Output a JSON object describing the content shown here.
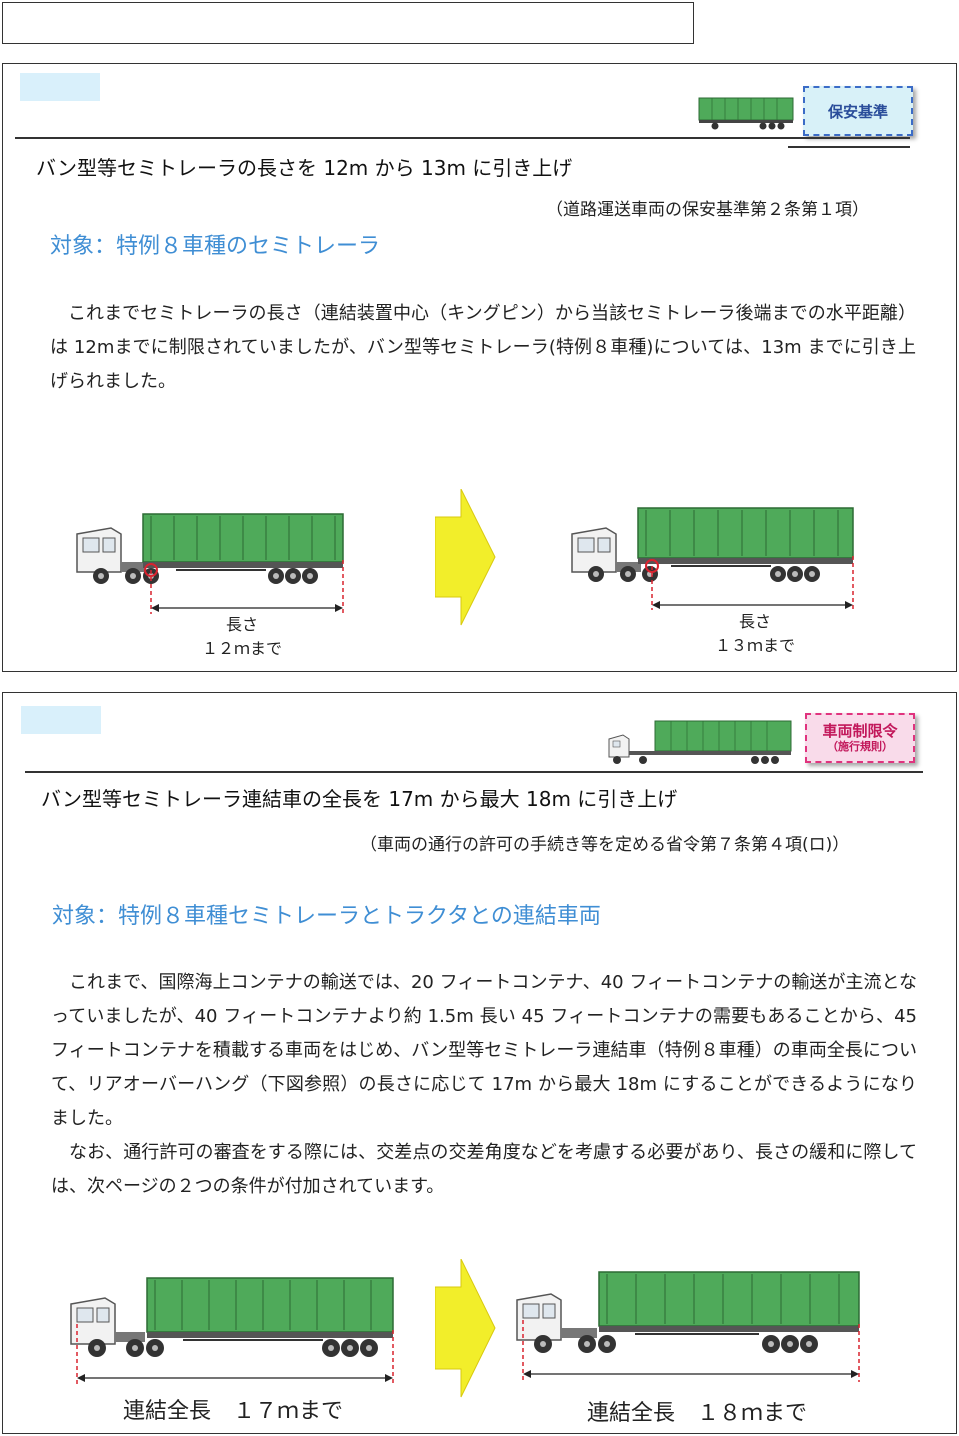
{
  "section1": {
    "badge": "保安基準",
    "heading": "バン型等セミトレーラの長さを 12m から 13m に引き上げ",
    "reference": "（道路運送車両の保安基準第２条第１項）",
    "target": "対象：特例８車種のセミトレーラ",
    "paragraphs": [
      "これまでセミトレーラの長さ（連結装置中心（キングピン）から当該セミトレーラ後端までの水平距離）は 12mまでに制限されていましたが、バン型等セミトレーラ(特例８車種)については、13m までに引き上げられました。"
    ],
    "before_label_1": "長さ",
    "before_label_2": "１２ｍまで",
    "after_label_1": "長さ",
    "after_label_2": "１３ｍまで"
  },
  "section2": {
    "badge_line1": "車両制限令",
    "badge_line2": "（施行規則）",
    "heading": "バン型等セミトレーラ連結車の全長を 17m から最大 18m に引き上げ",
    "reference": "（車両の通行の許可の手続き等を定める省令第７条第４項(ロ)）",
    "target": "対象：特例８車種セミトレーラとトラクタとの連結車両",
    "paragraphs": [
      "これまで、国際海上コンテナの輸送では、20 フィートコンテナ、40 フィートコンテナの輸送が主流となっていましたが、40 フィートコンテナより約 1.5m 長い 45 フィートコンテナの需要もあることから、45 フィートコンテナを積載する車両をはじめ、バン型等セミトレーラ連結車（特例８車種）の車両全長について、リアオーバーハング（下図参照）の長さに応じて 17m から最大 18m にすることができるようになりました。",
      "なお、通行許可の審査をする際には、交差点の交差角度などを考慮する必要があり、長さの緩和に際しては、次ページの２つの条件が付加されています。"
    ],
    "before_label": "連結全長　１７ｍまで",
    "after_label": "連結全長　１８ｍまで"
  },
  "colors": {
    "truck_green": "#4faa5a",
    "arrow_yellow": "#f2ee2a",
    "target_blue": "#3f8ed4",
    "dim_red": "#d9232f"
  }
}
